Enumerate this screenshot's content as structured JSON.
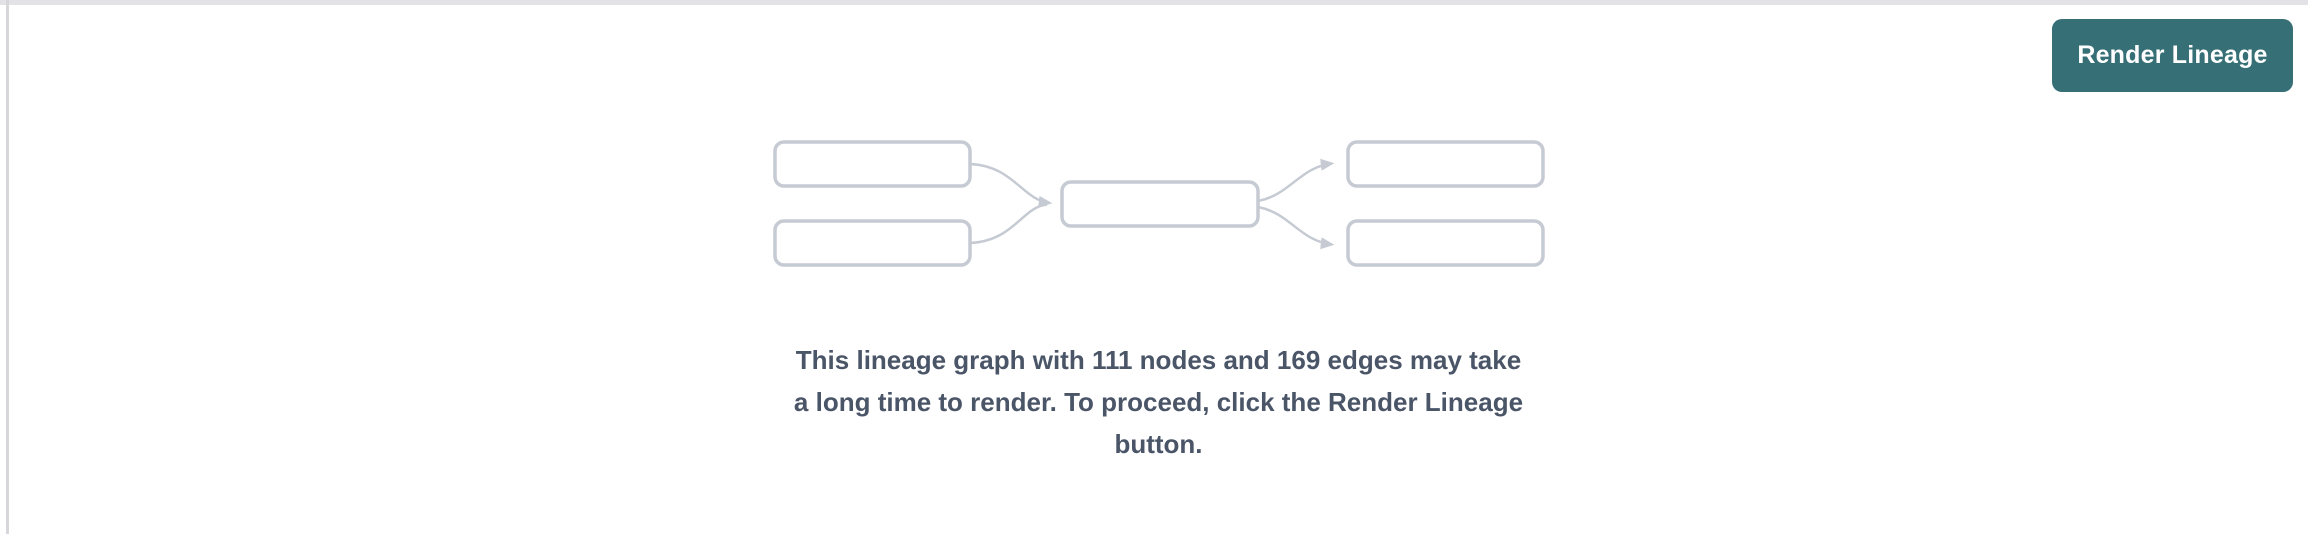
{
  "toolbar": {
    "render_button_label": "Render Lineage"
  },
  "empty_state": {
    "message_lines": [
      "This lineage graph with 111 nodes and 169 edges may take",
      "a long time to render. To proceed, click the Render Lineage",
      "button."
    ],
    "node_count": "111",
    "edge_count": "169"
  },
  "icons": {
    "graph_placeholder": "lineage-graph-placeholder-icon"
  },
  "colors": {
    "accent_teal": "#366F75",
    "button_text": "#FFFFFF",
    "message_text": "#4A5568",
    "graph_stroke": "#C5CAD3",
    "top_strip": "#E3E3E7",
    "left_border": "#D7D7DB",
    "background": "#FFFFFF"
  }
}
